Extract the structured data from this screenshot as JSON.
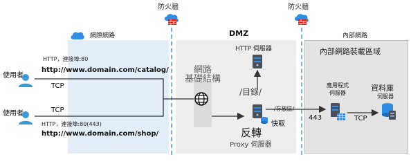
{
  "zones": {
    "internet": "網際網路",
    "dmz": "DMZ",
    "internal": "內部網路"
  },
  "firewall": {
    "label": "防火牆"
  },
  "users": {
    "user1": "使用者",
    "user2": "使用者"
  },
  "flows": {
    "top_protocol": "HTTP，連接埠:80",
    "top_url": "http://www.domain.com/catalog/",
    "top_tcp": "TCP",
    "bottom_tcp": "TCP",
    "bottom_protocol": "HTTP，連接埠:80(443)",
    "bottom_url": "http://www.domain.com/shop/"
  },
  "infrastructure": {
    "line1": "網路",
    "line2": "基礎結構"
  },
  "dmz_content": {
    "http_server": "HTTP 伺服器",
    "catalog_path": "/目錄/",
    "cache": "快取",
    "store_path": "/存放區/",
    "reverse": "反轉",
    "proxy_server": "Proxy 伺服器"
  },
  "internal_content": {
    "region_title": "內部網路裝載區域",
    "app_server": "應用程式\n伺服器",
    "database": "資料庫",
    "db_server": "伺服器",
    "port_443": "443",
    "tcp": "TCP"
  },
  "colors": {
    "internet_zone": "#e3eef9",
    "dmz_zone": "#eeeeee",
    "internal_zone": "#e4e4e4",
    "firewall_red": "#e2231a",
    "cloud_blue": "#2f8de4",
    "user_blue": "#3a9ad9",
    "server_dark": "#4a4f5a"
  },
  "icons": {
    "cloud": "cloud-icon",
    "firewall": "firewall-icon",
    "user": "user-icon",
    "globe": "globe-icon",
    "server": "server-icon",
    "database": "database-icon",
    "cache": "cache-icon"
  }
}
